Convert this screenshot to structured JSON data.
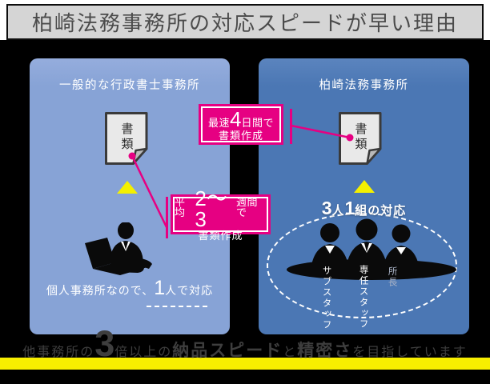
{
  "title": "柏崎法務事務所の対応スピードが早い理由",
  "colors": {
    "accent_pink": "#e60082",
    "panel_left_blue": "#87a3d6",
    "panel_right_blue": "#4b77b4",
    "highlight_yellow": "#f7ee00",
    "triangle_yellow": "#f4f000"
  },
  "left_panel": {
    "header": "一般的な行政書士事務所",
    "document_label": "書類",
    "caption_pre": "個人事務所なので、",
    "caption_big": "1",
    "caption_post": "人で対応"
  },
  "right_panel": {
    "header": "柏崎法務事務所",
    "document_label": "書類",
    "team_big1": "3",
    "team_t1": "人",
    "team_big2": "1",
    "team_t2": "組の対応",
    "roles": [
      "サブスタッフ",
      "専任スタッフ",
      "所長"
    ]
  },
  "callout_fastest": {
    "prefix": "最速",
    "big": "4",
    "suffix": "日間で",
    "line2": "書類作成"
  },
  "callout_average": {
    "prefix": "平均",
    "big": "2〜3",
    "suffix": "週間で",
    "line2": "書類作成"
  },
  "footer": {
    "pre": "他事務所の",
    "big": "3",
    "mid": "倍以上の",
    "bold1": "納品スピード",
    "conj": "と",
    "bold2": "精密さ",
    "post": "を目指しています"
  },
  "icons": {
    "document": "document-icon",
    "single_person": "businessman-laptop-icon",
    "team": "three-businessmen-icon",
    "triangle": "up-triangle-icon"
  }
}
